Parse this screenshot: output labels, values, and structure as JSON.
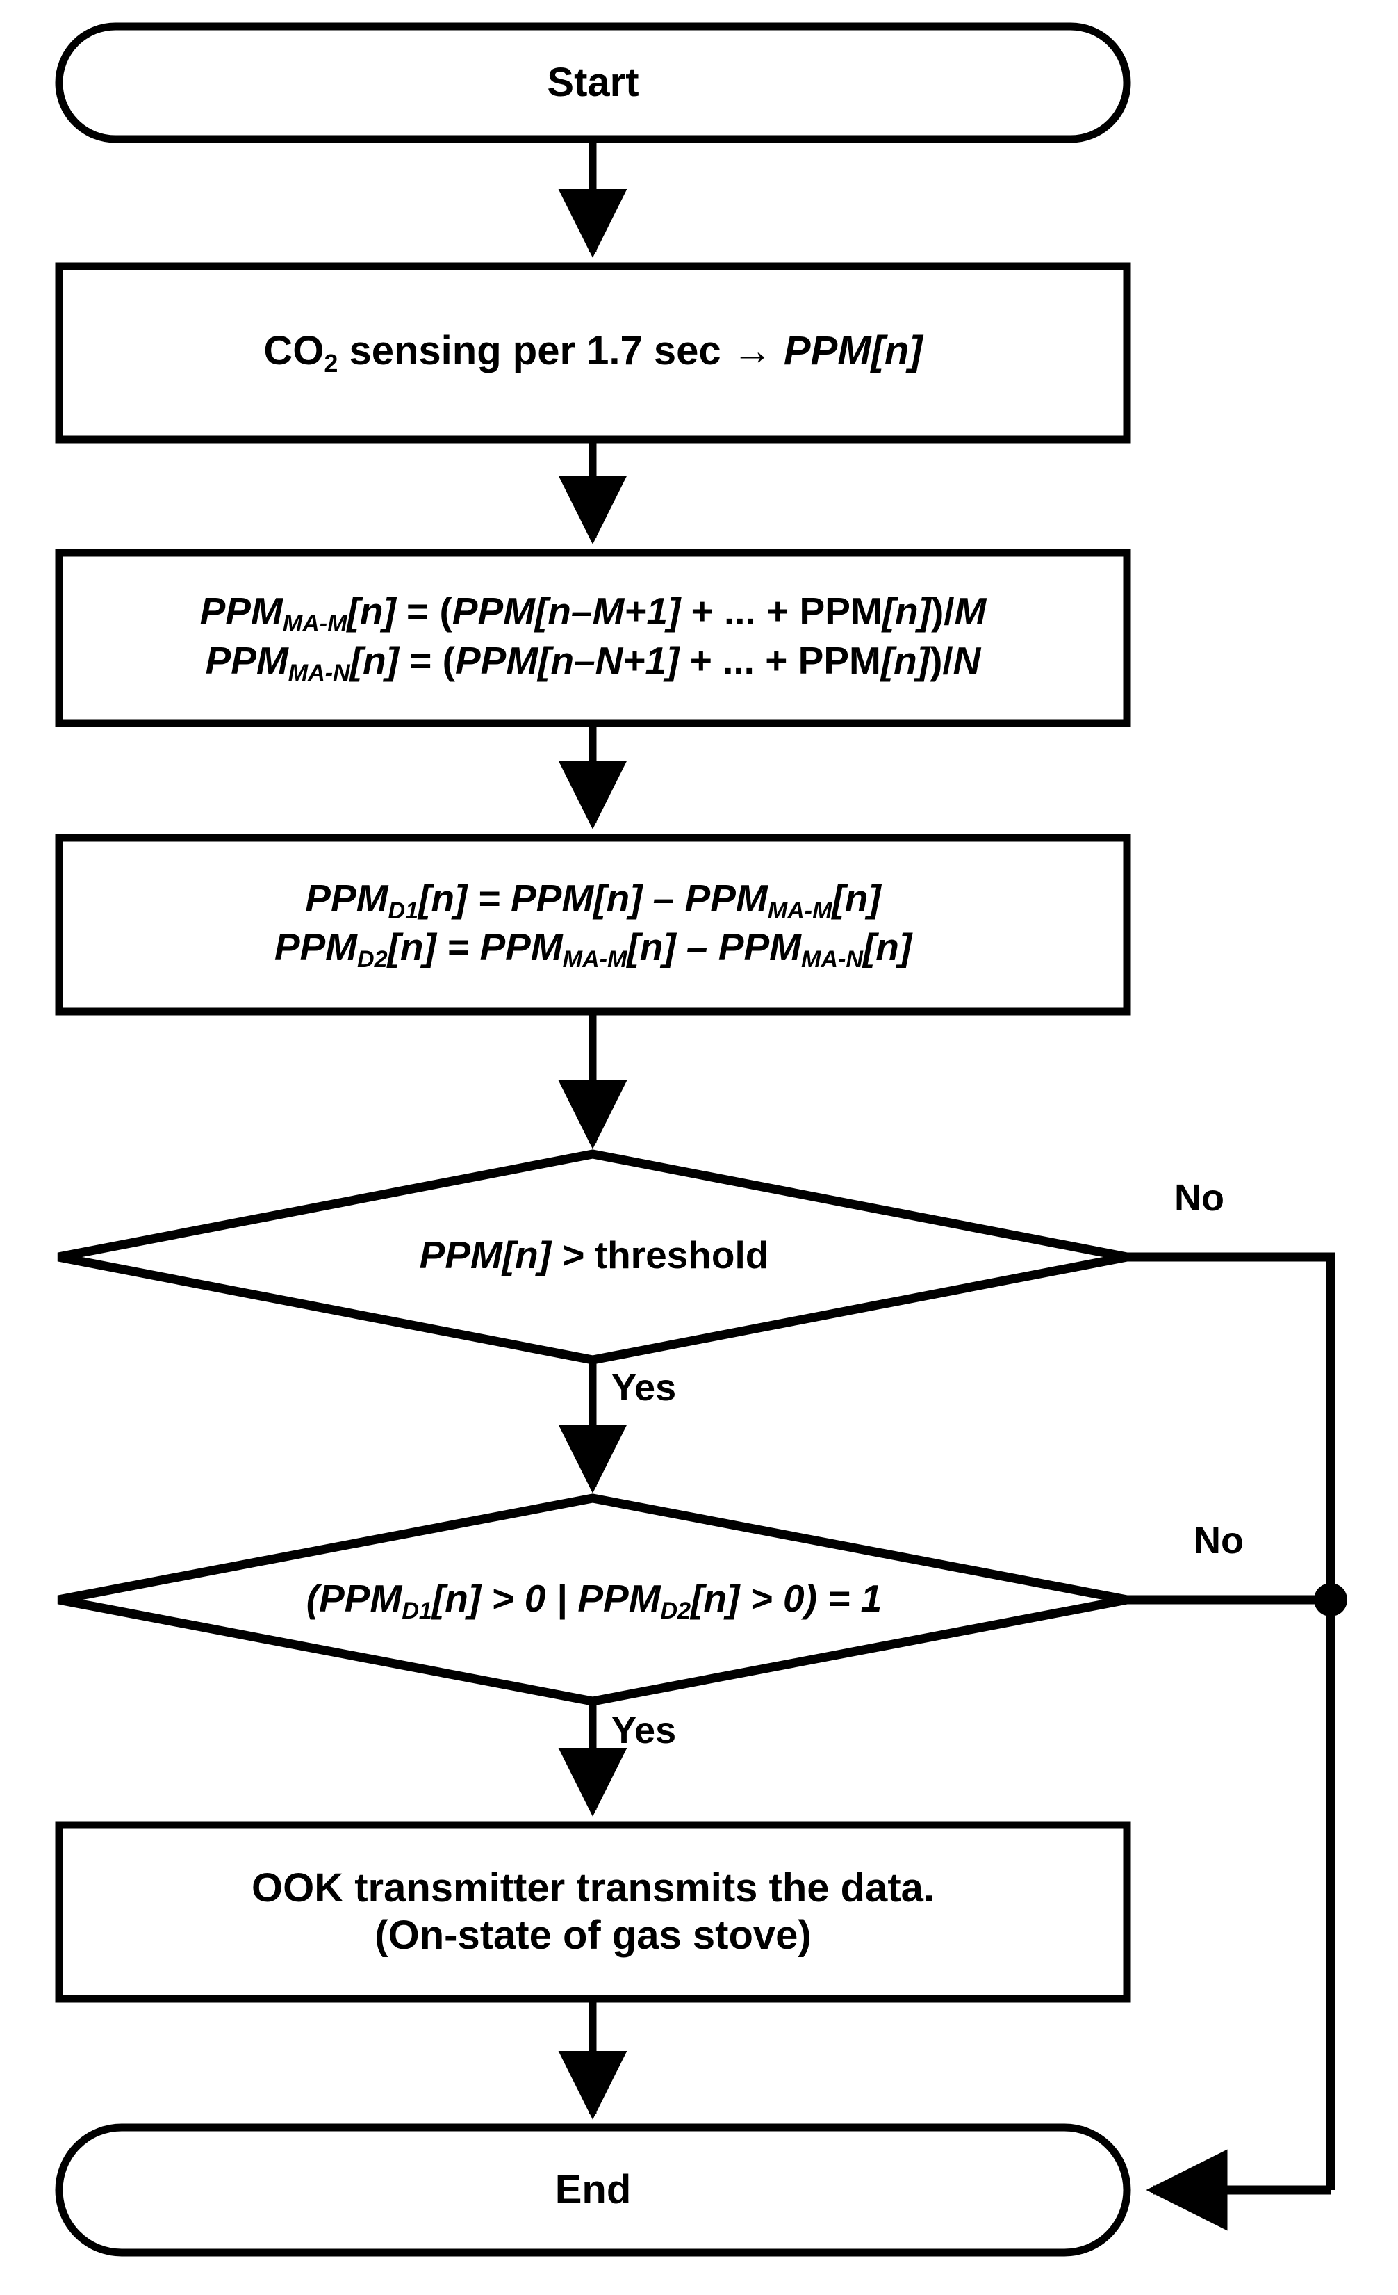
{
  "diagram": {
    "title": "CO2 sensing gas-stove detection flowchart",
    "colors": {
      "stroke": "#000000",
      "fill": "#ffffff",
      "text": "#000000"
    },
    "nodes": {
      "start": {
        "type": "terminator",
        "label": "Start"
      },
      "sense": {
        "type": "process",
        "text_parts": {
          "prefix": "CO",
          "sub": "2",
          "middle": " sensing per 1.7 sec ",
          "arrow": "→",
          "result": "PPM",
          "index": "[n]"
        },
        "plain": "CO2 sensing per 1.7 sec → PPM[n]"
      },
      "movavg": {
        "type": "process",
        "line1": {
          "lhs": "PPM",
          "lhs_sub": "MA-M",
          "lhs_idx": "[n]",
          "eq": " = (",
          "a": "PPM",
          "a_idx": "[n–M+1]",
          "mid": " + ... + ",
          "b": "PPM",
          "b_idx": "[n]",
          "close": ")/",
          "div": "M"
        },
        "line2": {
          "lhs": "PPM",
          "lhs_sub": "MA-N",
          "lhs_idx": "[n]",
          "eq": " = (",
          "a": "PPM",
          "a_idx": "[n–N+1]",
          "mid": " + ... + ",
          "b": "PPM",
          "b_idx": "[n]",
          "close": ")/",
          "div": "N"
        },
        "plain1": "PPM_MA-M[n] = (PPM[n–M+1] + ... + PPM[n])/M",
        "plain2": "PPM_MA-N[n] = (PPM[n–N+1] + ... + PPM[n])/N"
      },
      "difference": {
        "type": "process",
        "plain1": "PPM_D1[n] = PPM[n] – PPM_MA-M[n]",
        "plain2": "PPM_D2[n] = PPM_MA-M[n] – PPM_MA-N[n]"
      },
      "decision1": {
        "type": "decision",
        "plain": "PPM[n] > threshold"
      },
      "decision2": {
        "type": "decision",
        "plain": "(PPM_D1[n] > 0 | PPM_D2[n] > 0) = 1"
      },
      "transmit": {
        "type": "process",
        "line1": "OOK transmitter transmits the data.",
        "line2": "(On-state of gas stove)"
      },
      "end": {
        "type": "terminator",
        "label": "End"
      }
    },
    "edge_labels": {
      "no1": "No",
      "yes1": "Yes",
      "no2": "No",
      "yes2": "Yes"
    }
  }
}
